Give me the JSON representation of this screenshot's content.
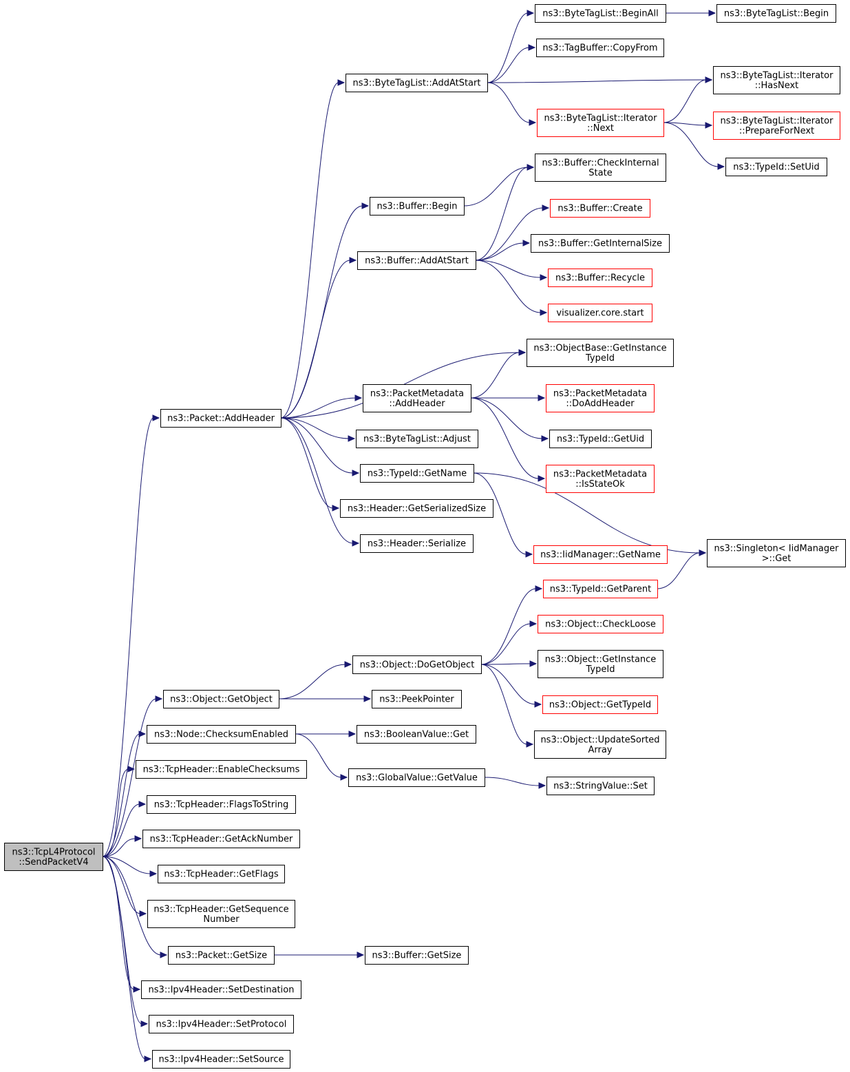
{
  "colors": {
    "edge": "#191970",
    "node_border_normal": "#000000",
    "node_border_truncated": "#ff0000",
    "root_fill": "#bfbfbf",
    "node_fill": "#ffffff"
  },
  "nodes": {
    "root": {
      "lines": [
        "ns3::TcpL4Protocol",
        "::SendPacketV4"
      ],
      "style": "root"
    },
    "pkt_addheader": {
      "lines": [
        "ns3::Packet::AddHeader"
      ],
      "style": "normal"
    },
    "obj_getobject": {
      "lines": [
        "ns3::Object::GetObject"
      ],
      "style": "normal"
    },
    "node_checksum": {
      "lines": [
        "ns3::Node::ChecksumEnabled"
      ],
      "style": "normal"
    },
    "tcp_enable_cs": {
      "lines": [
        "ns3::TcpHeader::EnableChecksums"
      ],
      "style": "normal"
    },
    "tcp_flags_str": {
      "lines": [
        "ns3::TcpHeader::FlagsToString"
      ],
      "style": "normal"
    },
    "tcp_get_ack": {
      "lines": [
        "ns3::TcpHeader::GetAckNumber"
      ],
      "style": "normal"
    },
    "tcp_get_flags": {
      "lines": [
        "ns3::TcpHeader::GetFlags"
      ],
      "style": "normal"
    },
    "tcp_get_seq": {
      "lines": [
        "ns3::TcpHeader::GetSequence",
        "Number"
      ],
      "style": "normal"
    },
    "pkt_getsize": {
      "lines": [
        "ns3::Packet::GetSize"
      ],
      "style": "normal"
    },
    "ipv4_setdest": {
      "lines": [
        "ns3::Ipv4Header::SetDestination"
      ],
      "style": "normal"
    },
    "ipv4_setproto": {
      "lines": [
        "ns3::Ipv4Header::SetProtocol"
      ],
      "style": "normal"
    },
    "ipv4_setsrc": {
      "lines": [
        "ns3::Ipv4Header::SetSource"
      ],
      "style": "normal"
    },
    "btl_addatstart": {
      "lines": [
        "ns3::ByteTagList::AddAtStart"
      ],
      "style": "normal"
    },
    "buf_begin": {
      "lines": [
        "ns3::Buffer::Begin"
      ],
      "style": "normal"
    },
    "buf_addatstart": {
      "lines": [
        "ns3::Buffer::AddAtStart"
      ],
      "style": "normal"
    },
    "pm_addheader": {
      "lines": [
        "ns3::PacketMetadata",
        "::AddHeader"
      ],
      "style": "normal"
    },
    "btl_adjust": {
      "lines": [
        "ns3::ByteTagList::Adjust"
      ],
      "style": "normal"
    },
    "typeid_getname": {
      "lines": [
        "ns3::TypeId::GetName"
      ],
      "style": "normal"
    },
    "hdr_getsersize": {
      "lines": [
        "ns3::Header::GetSerializedSize"
      ],
      "style": "normal"
    },
    "hdr_serialize": {
      "lines": [
        "ns3::Header::Serialize"
      ],
      "style": "normal"
    },
    "obj_dogetobject": {
      "lines": [
        "ns3::Object::DoGetObject"
      ],
      "style": "normal"
    },
    "peekpointer": {
      "lines": [
        "ns3::PeekPointer"
      ],
      "style": "normal"
    },
    "boolval_get": {
      "lines": [
        "ns3::BooleanValue::Get"
      ],
      "style": "normal"
    },
    "gv_getvalue": {
      "lines": [
        "ns3::GlobalValue::GetValue"
      ],
      "style": "normal"
    },
    "buf_getsize": {
      "lines": [
        "ns3::Buffer::GetSize"
      ],
      "style": "normal"
    },
    "btl_beginall": {
      "lines": [
        "ns3::ByteTagList::BeginAll"
      ],
      "style": "normal"
    },
    "btl_begin": {
      "lines": [
        "ns3::ByteTagList::Begin"
      ],
      "style": "normal"
    },
    "tagbuf_copyfrom": {
      "lines": [
        "ns3::TagBuffer::CopyFrom"
      ],
      "style": "normal"
    },
    "btl_it_hasnext": {
      "lines": [
        "ns3::ByteTagList::Iterator",
        "::HasNext"
      ],
      "style": "normal"
    },
    "btl_it_next": {
      "lines": [
        "ns3::ByteTagList::Iterator",
        "::Next"
      ],
      "style": "truncated"
    },
    "btl_it_prepare": {
      "lines": [
        "ns3::ByteTagList::Iterator",
        "::PrepareForNext"
      ],
      "style": "truncated"
    },
    "typeid_setuid": {
      "lines": [
        "ns3::TypeId::SetUid"
      ],
      "style": "normal"
    },
    "buf_checkinternal": {
      "lines": [
        "ns3::Buffer::CheckInternal",
        "State"
      ],
      "style": "normal"
    },
    "buf_create": {
      "lines": [
        "ns3::Buffer::Create"
      ],
      "style": "truncated"
    },
    "buf_getinternalsize": {
      "lines": [
        "ns3::Buffer::GetInternalSize"
      ],
      "style": "normal"
    },
    "buf_recycle": {
      "lines": [
        "ns3::Buffer::Recycle"
      ],
      "style": "truncated"
    },
    "vis_core_start": {
      "lines": [
        "visualizer.core.start"
      ],
      "style": "truncated"
    },
    "objbase_getinst": {
      "lines": [
        "ns3::ObjectBase::GetInstance",
        "TypeId"
      ],
      "style": "normal"
    },
    "pm_doaddheader": {
      "lines": [
        "ns3::PacketMetadata",
        "::DoAddHeader"
      ],
      "style": "truncated"
    },
    "typeid_getuid": {
      "lines": [
        "ns3::TypeId::GetUid"
      ],
      "style": "normal"
    },
    "pm_isstateok": {
      "lines": [
        "ns3::PacketMetadata",
        "::IsStateOk"
      ],
      "style": "truncated"
    },
    "iid_getname": {
      "lines": [
        "ns3::IidManager::GetName"
      ],
      "style": "truncated"
    },
    "singleton_get": {
      "lines": [
        "ns3::Singleton< IidManager",
        ">::Get"
      ],
      "style": "normal"
    },
    "typeid_getparent": {
      "lines": [
        "ns3::TypeId::GetParent"
      ],
      "style": "truncated"
    },
    "obj_checkloose": {
      "lines": [
        "ns3::Object::CheckLoose"
      ],
      "style": "truncated"
    },
    "obj_getinst": {
      "lines": [
        "ns3::Object::GetInstance",
        "TypeId"
      ],
      "style": "normal"
    },
    "obj_gettypeid": {
      "lines": [
        "ns3::Object::GetTypeId"
      ],
      "style": "truncated"
    },
    "obj_updatesorted": {
      "lines": [
        "ns3::Object::UpdateSorted",
        "Array"
      ],
      "style": "normal"
    },
    "strval_set": {
      "lines": [
        "ns3::StringValue::Set"
      ],
      "style": "normal"
    }
  },
  "edges": [
    [
      "root",
      "pkt_addheader"
    ],
    [
      "root",
      "obj_getobject"
    ],
    [
      "root",
      "node_checksum"
    ],
    [
      "root",
      "tcp_enable_cs"
    ],
    [
      "root",
      "tcp_flags_str"
    ],
    [
      "root",
      "tcp_get_ack"
    ],
    [
      "root",
      "tcp_get_flags"
    ],
    [
      "root",
      "tcp_get_seq"
    ],
    [
      "root",
      "pkt_getsize"
    ],
    [
      "root",
      "ipv4_setdest"
    ],
    [
      "root",
      "ipv4_setproto"
    ],
    [
      "root",
      "ipv4_setsrc"
    ],
    [
      "pkt_addheader",
      "btl_addatstart"
    ],
    [
      "pkt_addheader",
      "buf_begin"
    ],
    [
      "pkt_addheader",
      "buf_addatstart"
    ],
    [
      "pkt_addheader",
      "objbase_getinst"
    ],
    [
      "pkt_addheader",
      "pm_addheader"
    ],
    [
      "pkt_addheader",
      "btl_adjust"
    ],
    [
      "pkt_addheader",
      "typeid_getname"
    ],
    [
      "pkt_addheader",
      "hdr_getsersize"
    ],
    [
      "pkt_addheader",
      "hdr_serialize"
    ],
    [
      "btl_addatstart",
      "btl_beginall"
    ],
    [
      "btl_addatstart",
      "tagbuf_copyfrom"
    ],
    [
      "btl_addatstart",
      "btl_it_hasnext"
    ],
    [
      "btl_addatstart",
      "btl_it_next"
    ],
    [
      "btl_beginall",
      "btl_begin"
    ],
    [
      "btl_it_next",
      "btl_it_hasnext"
    ],
    [
      "btl_it_next",
      "btl_it_prepare"
    ],
    [
      "btl_it_next",
      "typeid_setuid"
    ],
    [
      "buf_begin",
      "buf_checkinternal"
    ],
    [
      "buf_addatstart",
      "buf_checkinternal"
    ],
    [
      "buf_addatstart",
      "buf_create"
    ],
    [
      "buf_addatstart",
      "buf_getinternalsize"
    ],
    [
      "buf_addatstart",
      "buf_recycle"
    ],
    [
      "buf_addatstart",
      "vis_core_start"
    ],
    [
      "pm_addheader",
      "objbase_getinst"
    ],
    [
      "pm_addheader",
      "pm_doaddheader"
    ],
    [
      "pm_addheader",
      "typeid_getuid"
    ],
    [
      "pm_addheader",
      "pm_isstateok"
    ],
    [
      "typeid_getname",
      "iid_getname"
    ],
    [
      "typeid_getname",
      "singleton_get"
    ],
    [
      "obj_getobject",
      "obj_dogetobject"
    ],
    [
      "obj_getobject",
      "peekpointer"
    ],
    [
      "obj_dogetobject",
      "typeid_getparent"
    ],
    [
      "obj_dogetobject",
      "obj_checkloose"
    ],
    [
      "obj_dogetobject",
      "obj_getinst"
    ],
    [
      "obj_dogetobject",
      "obj_gettypeid"
    ],
    [
      "obj_dogetobject",
      "obj_updatesorted"
    ],
    [
      "typeid_getparent",
      "singleton_get"
    ],
    [
      "node_checksum",
      "boolval_get"
    ],
    [
      "node_checksum",
      "gv_getvalue"
    ],
    [
      "gv_getvalue",
      "strval_set"
    ],
    [
      "pkt_getsize",
      "buf_getsize"
    ]
  ]
}
